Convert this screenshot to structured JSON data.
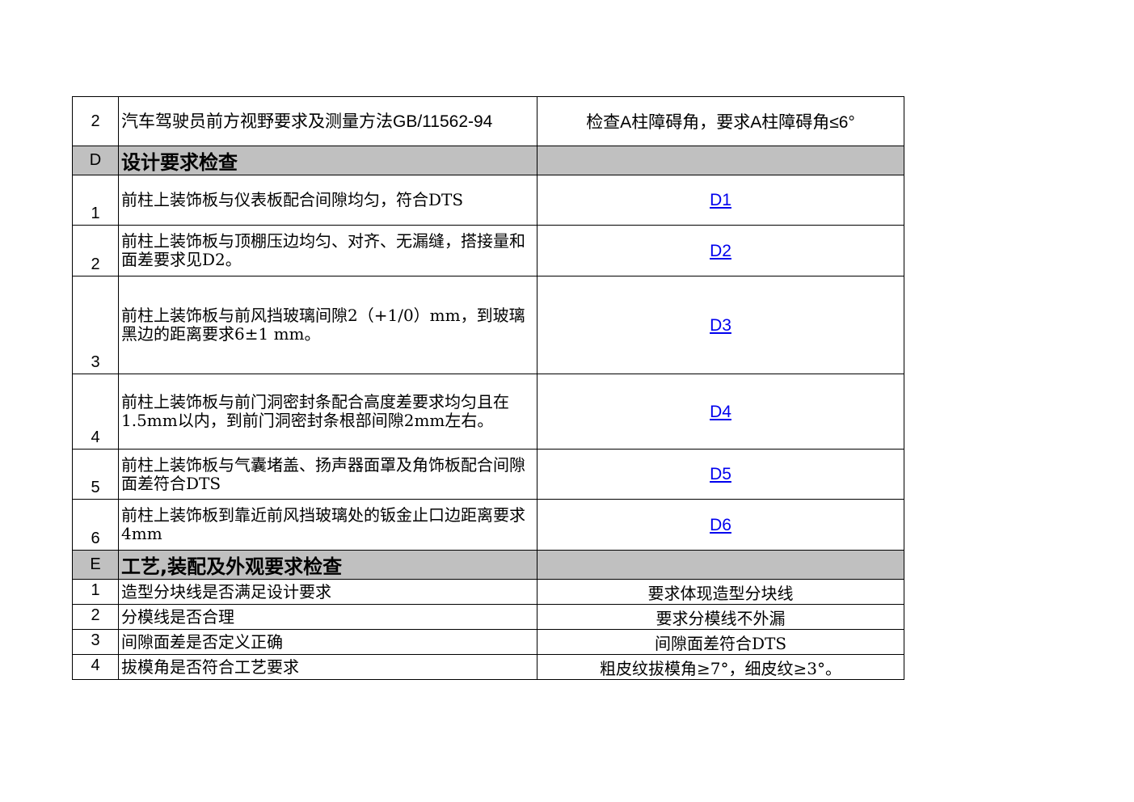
{
  "rows": {
    "r0": {
      "num": "2",
      "item": "汽车驾驶员前方视野要求及测量方法GB/11562-94",
      "standard": "检查A柱障碍角，要求A柱障碍角≤6°"
    },
    "secD": {
      "code": "D",
      "title": "设计要求检查"
    },
    "d1": {
      "num": "1",
      "item": "前柱上装饰板与仪表板配合间隙均匀，符合DTS",
      "link": "D1"
    },
    "d2": {
      "num": "2",
      "item": "前柱上装饰板与顶棚压边均匀、对齐、无漏缝，搭接量和面差要求见D2。",
      "link": "D2"
    },
    "d3": {
      "num": "3",
      "item": "前柱上装饰板与前风挡玻璃间隙2（+1/0）mm，到玻璃黑边的距离要求6±1 mm。",
      "link": "D3"
    },
    "d4": {
      "num": "4",
      "item": "前柱上装饰板与前门洞密封条配合高度差要求均匀且在1.5mm以内，到前门洞密封条根部间隙2mm左右。",
      "link": "D4"
    },
    "d5": {
      "num": "5",
      "item": "前柱上装饰板与气囊堵盖、扬声器面罩及角饰板配合间隙面差符合DTS",
      "link": "D5"
    },
    "d6": {
      "num": "6",
      "item": "前柱上装饰板到靠近前风挡玻璃处的钣金止口边距离要求4mm",
      "link": "D6"
    },
    "secE": {
      "code": "E",
      "title": "工艺,装配及外观要求检查"
    },
    "e1": {
      "num": "1",
      "item": "造型分块线是否满足设计要求",
      "standard": "要求体现造型分块线"
    },
    "e2": {
      "num": "2",
      "item": "分模线是否合理",
      "standard": "要求分模线不外漏"
    },
    "e3": {
      "num": "3",
      "item": "间隙面差是否定义正确",
      "standard": "间隙面差符合DTS"
    },
    "e4": {
      "num": "4",
      "item": "拔模角是否符合工艺要求",
      "standard": "粗皮纹拔模角≥7°，细皮纹≥3°。"
    }
  },
  "colors": {
    "section_bg": "#c0c0c0",
    "section_text": "#ff0000",
    "link": "#0000ee",
    "border": "#000000"
  }
}
